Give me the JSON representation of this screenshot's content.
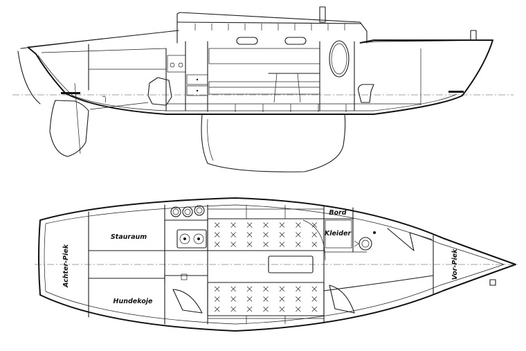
{
  "labels": {
    "achter_piek": "Achter-Piek",
    "stauraum": "Stauraum",
    "hundekoje": "Hundekoje",
    "bord": "Bord",
    "kleider": "Kleider",
    "vor_piek": "Vor-Piek"
  }
}
